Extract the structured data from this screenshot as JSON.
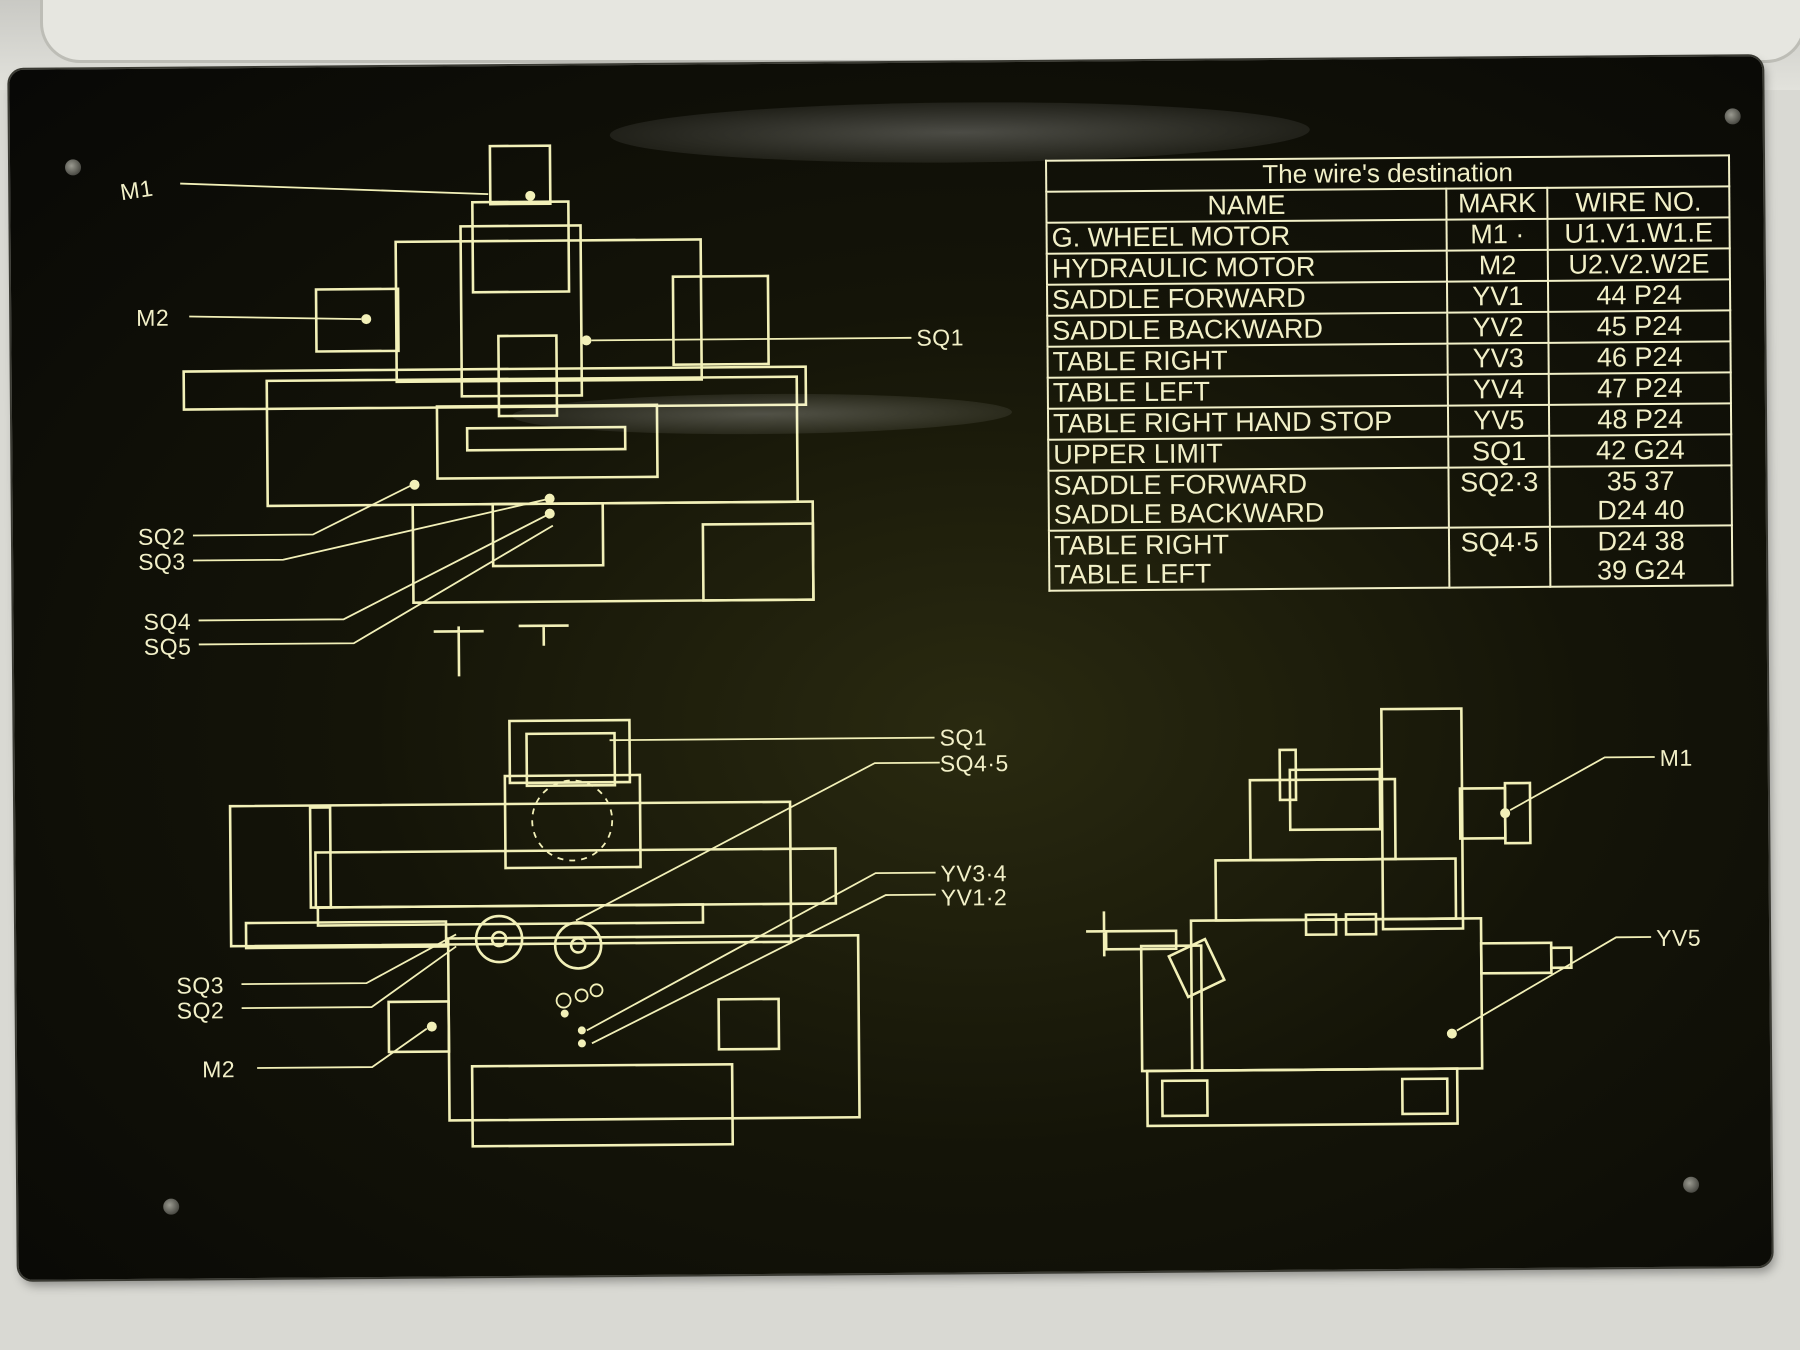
{
  "plate": {
    "colors": {
      "background": "#141408",
      "print": "#f2f0b8",
      "wall": "#d9d9d3"
    },
    "labels": {
      "top_m1": "M1",
      "top_m2": "M2",
      "top_sq1": "SQ1",
      "top_sq2": "SQ2",
      "top_sq3": "SQ3",
      "top_sq4": "SQ4",
      "top_sq5": "SQ5",
      "front_sq1": "SQ1",
      "front_sq45": "SQ4·5",
      "front_yv34": "YV3·4",
      "front_yv12": "YV1·2",
      "front_sq3": "SQ3",
      "front_sq2": "SQ2",
      "front_m2": "M2",
      "side_m1": "M1",
      "side_yv5": "YV5"
    },
    "table": {
      "caption": "The wire's destination",
      "headers": [
        "NAME",
        "MARK",
        "WIRE NO."
      ],
      "rows": [
        {
          "name": "G. WHEEL MOTOR",
          "mark": "M1 ·",
          "wire": "U1.V1.W1.E"
        },
        {
          "name": "HYDRAULIC MOTOR",
          "mark": "M2",
          "wire": "U2.V2.W2E"
        },
        {
          "name": "SADDLE FORWARD",
          "mark": "YV1",
          "wire": "44 P24"
        },
        {
          "name": "SADDLE BACKWARD",
          "mark": "YV2",
          "wire": "45 P24"
        },
        {
          "name": "TABLE RIGHT",
          "mark": "YV3",
          "wire": "46 P24"
        },
        {
          "name": "TABLE LEFT",
          "mark": "YV4",
          "wire": "47 P24"
        },
        {
          "name": "TABLE RIGHT HAND STOP",
          "mark": "YV5",
          "wire": "48 P24"
        },
        {
          "name": "UPPER LIMIT",
          "mark": "SQ1",
          "wire": "42 G24"
        }
      ],
      "double_rows": [
        {
          "name1": "SADDLE FORWARD",
          "name2": "SADDLE BACKWARD",
          "mark": "SQ2·3",
          "wire1": "35 37",
          "wire2": "D24 40"
        },
        {
          "name1": "TABLE RIGHT",
          "name2": "TABLE LEFT",
          "mark": "SQ4·5",
          "wire1": "D24 38",
          "wire2": "39 G24"
        }
      ]
    }
  }
}
